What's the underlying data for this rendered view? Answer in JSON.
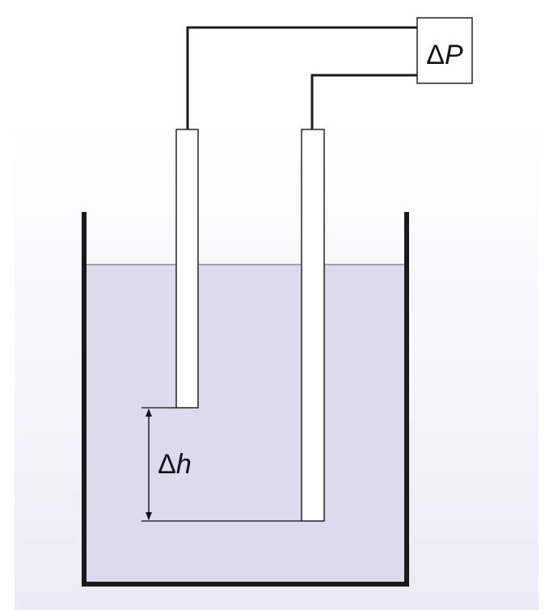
{
  "labels": {
    "pressure_meter": {
      "delta": "Δ",
      "variable": "P"
    },
    "height_difference": {
      "delta": "Δ",
      "variable": "h"
    }
  },
  "colors": {
    "background_top": "#ffffff",
    "background_bottom": "#eceaf6",
    "liquid": "#dcdaec",
    "liquid_surface": "#555566",
    "container_wall": "#1a1a1a",
    "tube_fill": "#ffffff",
    "tube_outline": "#222222",
    "pipe": "#1a1a1a",
    "dimension_line": "#111111"
  }
}
